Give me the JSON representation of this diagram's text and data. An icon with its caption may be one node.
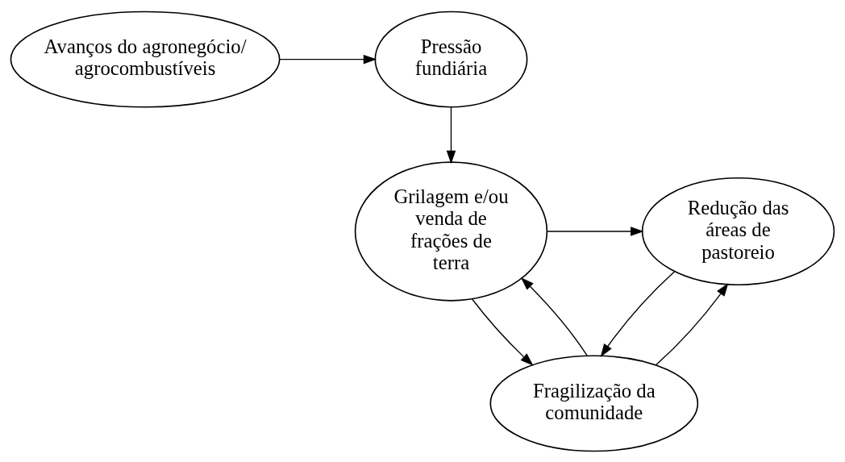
{
  "diagram": {
    "nodes": [
      {
        "text": [
          "Avanços do agronegócio/ agrocombustíveis"
        ]
      },
      {
        "text": [
          "Pressão fundiária"
        ]
      },
      {
        "text": [
          "Grilagem e/ou venda de frações de terra"
        ]
      },
      {
        "text": [
          "Redução das áreas de pastoreio"
        ]
      },
      {
        "text": [
          "Fragilização da comunidade"
        ]
      }
    ],
    "edges": [
      {
        "from": 0,
        "to": 1,
        "arrow": "to"
      },
      {
        "from": 1,
        "to": 2,
        "arrow": "to"
      },
      {
        "from": 2,
        "to": 3,
        "arrow": "to"
      },
      {
        "from": 2,
        "to": 4,
        "arrow": "to"
      },
      {
        "from": 3,
        "to": 4,
        "arrow": "to"
      },
      {
        "from": 4,
        "to": 3,
        "arrow": "to"
      },
      {
        "from": 4,
        "to": 2,
        "arrow": "to"
      }
    ]
  }
}
